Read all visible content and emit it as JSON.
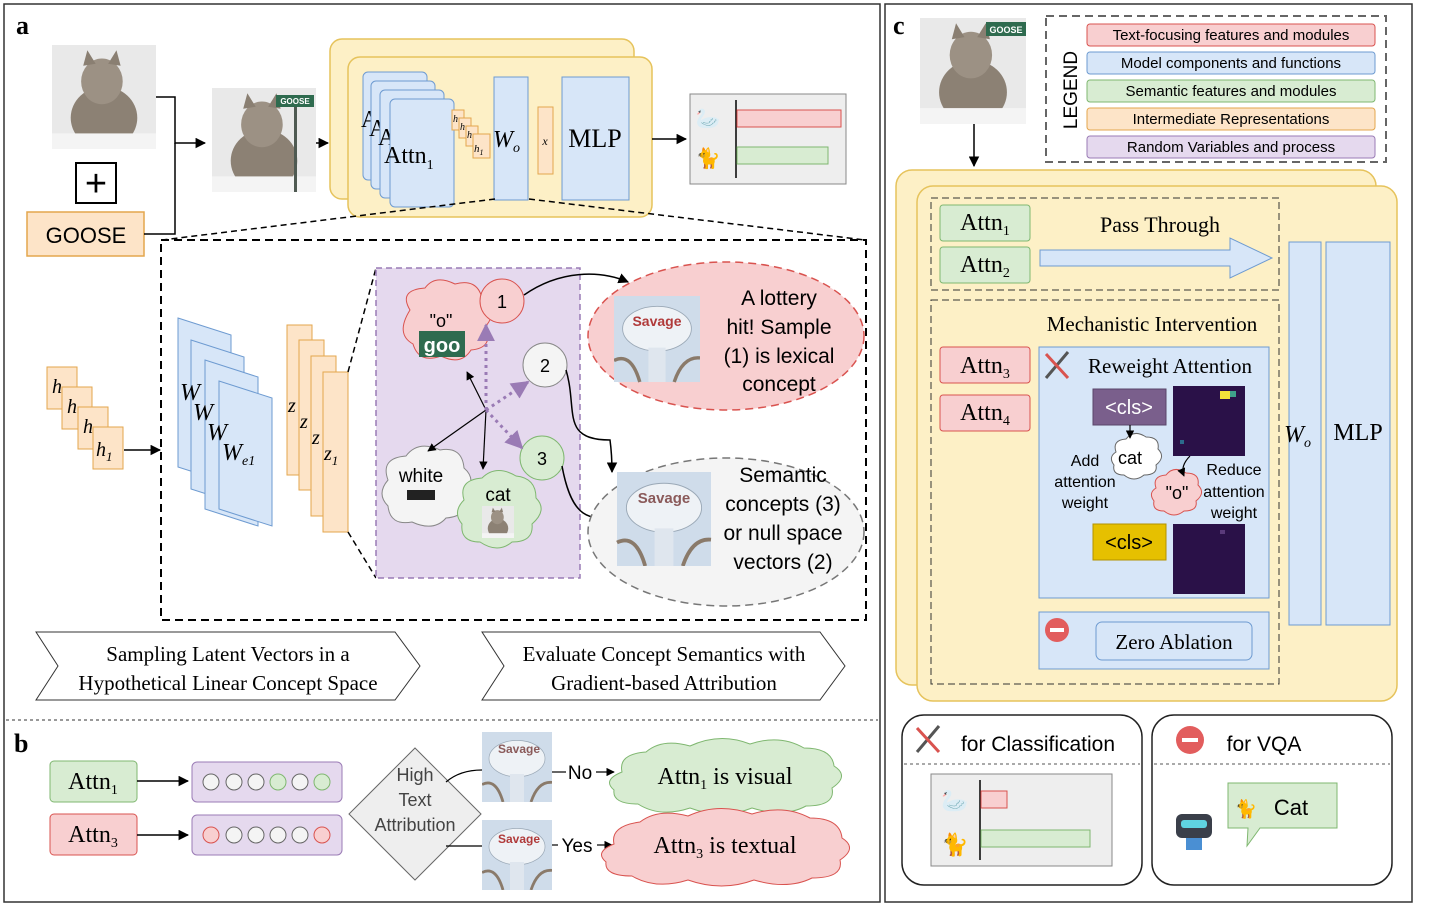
{
  "panels": {
    "a": "a",
    "b": "b",
    "c": "c"
  },
  "a": {
    "goose_text": "GOOSE",
    "plus": "+",
    "sign_text": "GOOSE",
    "attn_stack_label": "A",
    "attn1": "Attn",
    "attn1_sub": "1",
    "h_label": "h",
    "h_sub": "1",
    "wo": "W",
    "wo_sub": "o",
    "x_label": "x",
    "mlp": "MLP",
    "we_label": "W",
    "we_sub": "e1",
    "we_back": "W",
    "z_label": "z",
    "z_sub": "1",
    "cloud_o_quote": "\"o\"",
    "cloud_o_goo": "goo",
    "num1": "1",
    "num2": "2",
    "num3": "3",
    "white": "white",
    "cat": "cat",
    "lottery": [
      "A lottery",
      "hit! Sample",
      "(1) is lexical",
      "concept"
    ],
    "semantic": [
      "Semantic",
      "concepts (3)",
      "or null space",
      "vectors (2)"
    ],
    "water_tower_text": "Savage",
    "arrow1": [
      "Sampling Latent Vectors in a",
      "Hypothetical Linear Concept Space"
    ],
    "arrow2": [
      "Evaluate Concept Semantics with",
      "Gradient-based Attribution"
    ]
  },
  "b": {
    "attn1": "Attn",
    "attn1_sub": "1",
    "attn3": "Attn",
    "attn3_sub": "3",
    "diamond": [
      "High",
      "Text",
      "Attribution"
    ],
    "no": "No",
    "yes": "Yes",
    "visual_pre": "Attn",
    "visual_sub": "1",
    "visual_post": " is visual",
    "textual_pre": "Attn",
    "textual_sub": "3",
    "textual_post": " is textual"
  },
  "c": {
    "legend_title": "LEGEND",
    "legend": [
      {
        "label": "Text-focusing features and modules",
        "fill": "#f8cfd0",
        "stroke": "#d9534f"
      },
      {
        "label": "Model components and functions",
        "fill": "#d7e6f8",
        "stroke": "#6e9bd1"
      },
      {
        "label": "Semantic features and modules",
        "fill": "#d8ecd2",
        "stroke": "#7fb770"
      },
      {
        "label": "Intermediate Representations",
        "fill": "#fde4c8",
        "stroke": "#e3a64d"
      },
      {
        "label": "Random Variables and process",
        "fill": "#e5d9ee",
        "stroke": "#9a7bb5"
      }
    ],
    "attn1": "Attn",
    "attn1_sub": "1",
    "attn2": "Attn",
    "attn2_sub": "2",
    "attn3": "Attn",
    "attn3_sub": "3",
    "attn4": "Attn",
    "attn4_sub": "4",
    "pass_through": "Pass Through",
    "mech": "Mechanistic Intervention",
    "reweight": "Reweight Attention",
    "cls": "<cls>",
    "cat": "cat",
    "o": "\"o\"",
    "add": [
      "Add",
      "attention",
      "weight"
    ],
    "reduce": [
      "Reduce",
      "attention",
      "weight"
    ],
    "zero_ablation": "Zero Ablation",
    "wo": "W",
    "wo_sub": "o",
    "mlp": "MLP",
    "for_classification": "for Classification",
    "for_vqa": "for VQA",
    "vqa_answer": "Cat"
  },
  "colors": {
    "red_fill": "#f8cfd0",
    "red_stroke": "#d9534f",
    "blue_fill": "#d7e6f8",
    "blue_stroke": "#6e9bd1",
    "green_fill": "#d8ecd2",
    "green_stroke": "#7fb770",
    "orange_fill": "#fde4c8",
    "orange_stroke": "#e3a64d",
    "purple_fill": "#e5d9ee",
    "purple_stroke": "#9a7bb5",
    "yellow_fill": "#fdf0c6",
    "yellow_stroke": "#e6c35c"
  }
}
